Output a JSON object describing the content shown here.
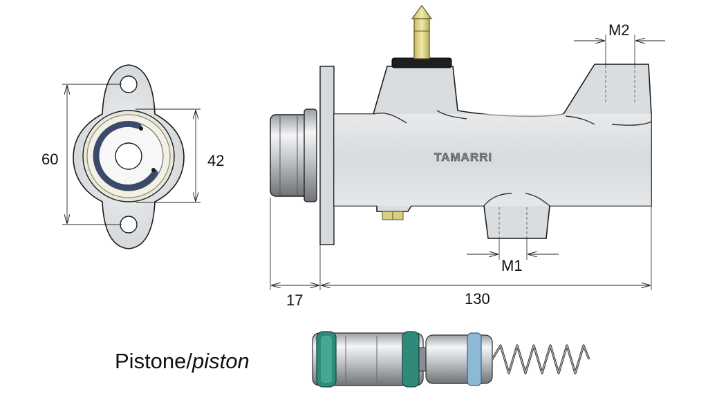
{
  "dimensions": {
    "flange_height": "60",
    "bore_spacing": "42",
    "port_m1": "M1",
    "port_m2": "M2",
    "protrusion": "17",
    "body_length": "130"
  },
  "brand": "TAMARRI",
  "caption": {
    "main": "Pistone/",
    "italic": "piston"
  },
  "colors": {
    "metal": "#dcdfe2",
    "outline": "#1a1a1a",
    "seal_green": "#2f8a7a",
    "ring_blue": "#3b4a6b",
    "connector_yellow": "#d9cf84"
  }
}
